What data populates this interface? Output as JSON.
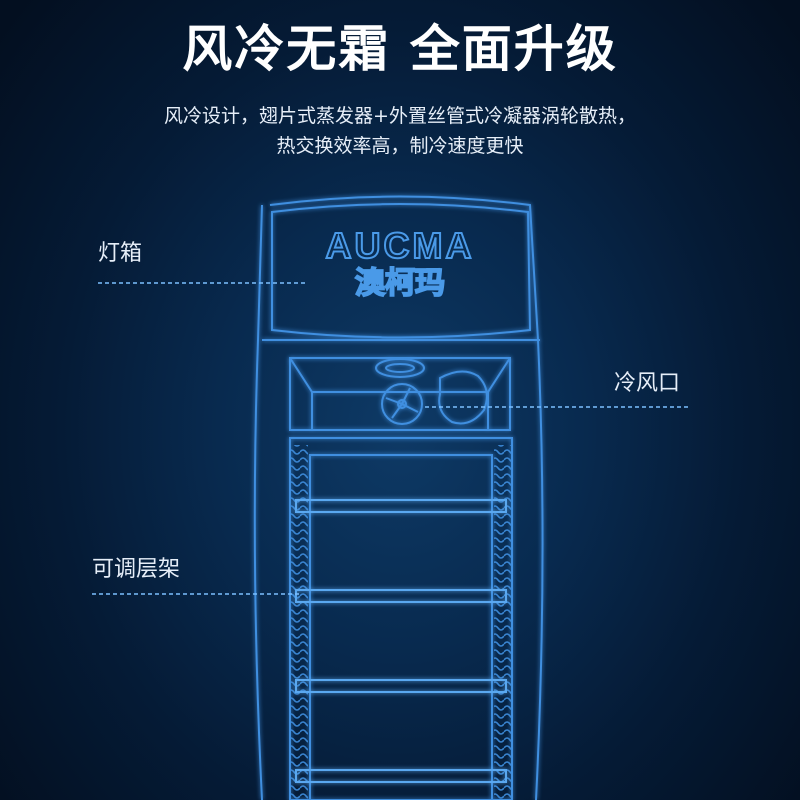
{
  "headline": "风冷无霜 全面升级",
  "subtitle_line1": "风冷设计，翅片式蒸发器+外置丝管式冷凝器涡轮散热，",
  "subtitle_line2": "热交换效率高，制冷速度更快",
  "brand": {
    "latin": "AUCMA",
    "chinese": "澳柯玛"
  },
  "callouts": {
    "light_box": "灯箱",
    "air_outlet": "冷风口",
    "shelf": "可调层架"
  },
  "colors": {
    "line": "#3f8fe0",
    "line_bright": "#7cc0ff",
    "text": "#e6eef8",
    "bg_center": "#0e3a66",
    "bg_edge": "#030f20"
  }
}
